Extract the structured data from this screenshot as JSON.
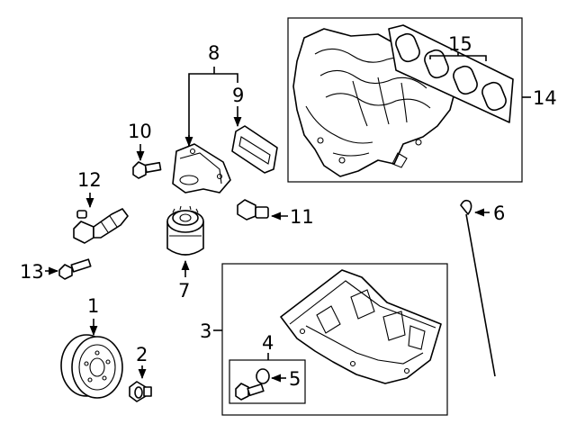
{
  "callouts": {
    "c1": "1",
    "c2": "2",
    "c3": "3",
    "c4": "4",
    "c5": "5",
    "c6": "6",
    "c7": "7",
    "c8": "8",
    "c9": "9",
    "c10": "10",
    "c11": "11",
    "c12": "12",
    "c13": "13",
    "c14": "14",
    "c15": "15"
  },
  "parts": [
    {
      "callout": "1",
      "icon": "crankshaft-pulley-icon"
    },
    {
      "callout": "2",
      "icon": "pulley-bolt-icon"
    },
    {
      "callout": "3",
      "icon": "oil-pan-icon"
    },
    {
      "callout": "4",
      "icon": "drain-plug-icon"
    },
    {
      "callout": "5",
      "icon": "drain-plug-gasket-icon"
    },
    {
      "callout": "6",
      "icon": "oil-dipstick-icon"
    },
    {
      "callout": "7",
      "icon": "oil-filter-icon"
    },
    {
      "callout": "8",
      "icon": "oil-filter-adapter-icon"
    },
    {
      "callout": "9",
      "icon": "adapter-gasket-icon"
    },
    {
      "callout": "10",
      "icon": "adapter-bolt-icon"
    },
    {
      "callout": "11",
      "icon": "oil-pressure-sensor-icon"
    },
    {
      "callout": "12",
      "icon": "pcv-valve-icon"
    },
    {
      "callout": "13",
      "icon": "bolt-icon"
    },
    {
      "callout": "14",
      "icon": "intake-manifold-icon"
    },
    {
      "callout": "15",
      "icon": "manifold-gasket-set-icon"
    }
  ],
  "colors": {
    "line": "#000000",
    "background": "#ffffff"
  }
}
